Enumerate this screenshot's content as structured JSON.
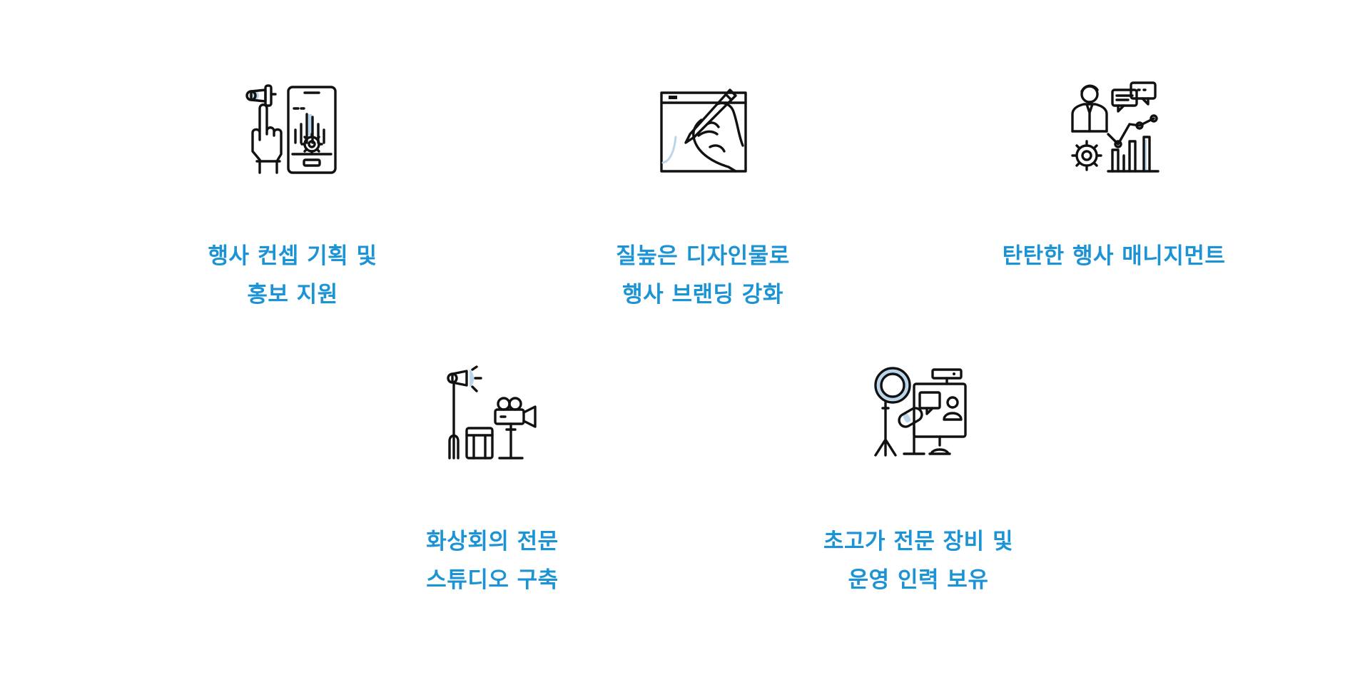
{
  "features": [
    {
      "icon": "marketing-megaphone-phone-icon",
      "lines": [
        "행사 컨셉 기획 및",
        "홍보 지원"
      ]
    },
    {
      "icon": "design-pen-tablet-icon",
      "lines": [
        "질높은 디자인물로",
        "행사 브랜딩 강화"
      ]
    },
    {
      "icon": "management-analytics-icon",
      "lines": [
        "탄탄한 행사 매니지먼트"
      ]
    },
    {
      "icon": "video-studio-camera-icon",
      "lines": [
        "화상회의 전문",
        "스튜디오 구축"
      ]
    },
    {
      "icon": "streaming-equipment-icon",
      "lines": [
        "초고가 전문 장비 및",
        "운영 인력 보유"
      ]
    }
  ],
  "colors": {
    "accent_text": "#1b93d4",
    "icon_stroke": "#111111",
    "icon_highlight": "#b9d6ec",
    "background": "#ffffff"
  }
}
